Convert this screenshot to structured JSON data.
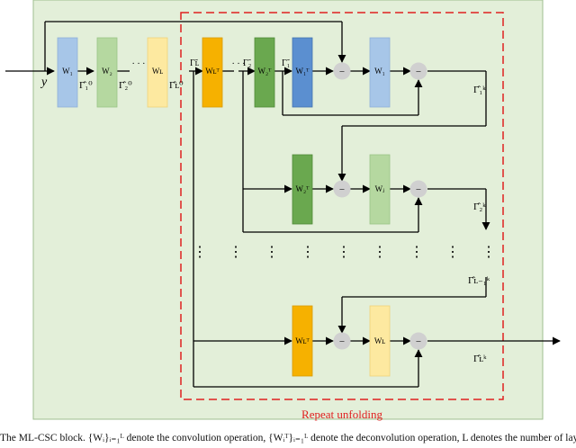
{
  "labels": {
    "input": "y",
    "W1": "W₁",
    "W2": "W₂",
    "WL": "Wʟ",
    "WLT": "Wʟᵀ",
    "W2T": "W₂ᵀ",
    "W1T": "W₁ᵀ",
    "Wj": "Wⱼ",
    "minus": "−",
    "g1_0": "Γ̂₁⁰",
    "g2_0": "Γ̂₂⁰",
    "gL_0": "Γ̂ʟ⁰",
    "gL_t": "Γ̃ʟ",
    "g2_t": "Γ̃₂",
    "g1_t": "Γ̃₁",
    "g1_k": "Γ̂₁ᵏ",
    "g2_k": "Γ̂₂ᵏ",
    "gL1_k": "Γ̂ʟ₋₁ᵏ",
    "gL_k": "Γ̂ʟᵏ",
    "hdots": "· · ·",
    "vdots": "⋮",
    "repeat": "Repeat unfolding"
  },
  "caption": "The ML-CSC block. {Wᵢ}ᵢ₌₁ᴸ denote the convolution operation, {Wᵢᵀ}ᵢ₌₁ᴸ denote the deconvolution operation, L denotes the number of layers.",
  "colors": {
    "background": "#e3efd9",
    "border": "#9fbf8f",
    "dashed_box": "#e02020",
    "repeat_text": "#e02020",
    "blue_fill": "#a7c6e8",
    "blue_dark": "#5b8fd0",
    "green_fill": "#b5d8a0",
    "green_dark": "#6aa84f",
    "yellow_fill": "#fde9a0",
    "orange_fill": "#f6b100",
    "circle_fill": "#d0d0d0"
  }
}
